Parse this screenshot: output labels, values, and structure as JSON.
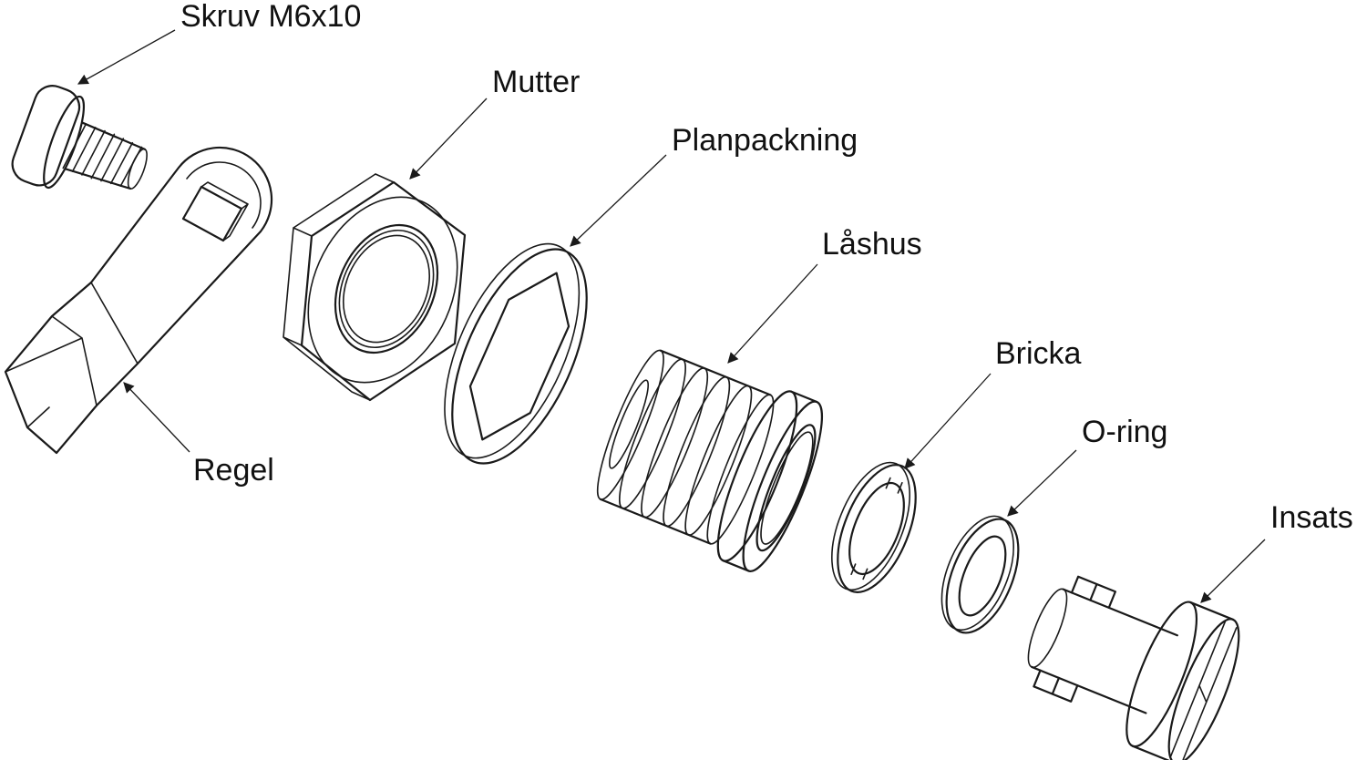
{
  "labels": {
    "skruv": "Skruv M6x10",
    "mutter": "Mutter",
    "planpackning": "Planpackning",
    "lashus": "Låshus",
    "bricka": "Bricka",
    "oring": "O-ring",
    "insats": "Insats",
    "regel": "Regel"
  },
  "colors": {
    "line": "#1a1a1a",
    "background": "#ffffff"
  }
}
